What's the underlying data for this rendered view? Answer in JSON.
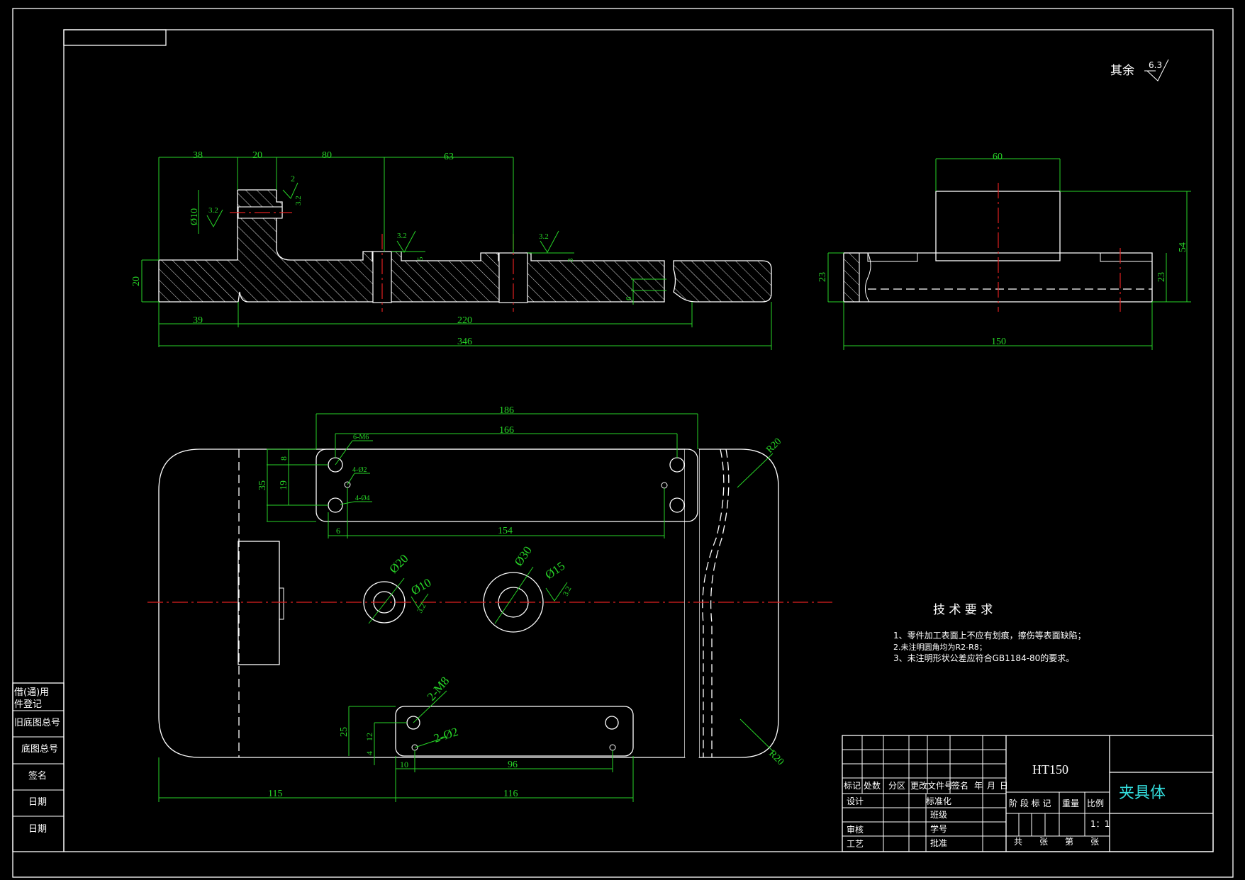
{
  "roughness_note": {
    "label": "其余",
    "value": "6.3"
  },
  "front_view": {
    "dims_top": [
      "38",
      "20",
      "80",
      "63"
    ],
    "dims_bottom": [
      "39",
      "220",
      "346"
    ],
    "dim_height": "20",
    "dim_bore": "Ø10",
    "dim_slot_a": "2",
    "dim_slot_b": "5",
    "dim_slot_c": "3",
    "dim_step": "6",
    "roughness": [
      "3.2",
      "3.2",
      "3.2",
      "3.2"
    ]
  },
  "side_view": {
    "dim_width_top": "60",
    "dim_height": "54",
    "dim_left": "23",
    "dim_right": "23",
    "dim_width_bottom": "150"
  },
  "top_view": {
    "dim_186": "186",
    "dim_166": "166",
    "label_6m6": "6-M6",
    "label_4d2": "4-Ø2",
    "label_4d4": "4-Ø4",
    "dim_8": "8",
    "dim_35": "35",
    "dim_19": "19",
    "dim_6": "6",
    "dim_154": "154",
    "r_top": "R20",
    "r_bottom": "R20",
    "hole_small_outer": "Ø20",
    "hole_small_inner": "Ø10",
    "hole_big_outer": "Ø30",
    "hole_big_inner": "Ø15",
    "rough_small": "3.2",
    "rough_big": "3.2",
    "label_2m8": "2-M8",
    "label_2d2": "2-Ø2",
    "dim_25": "25",
    "dim_12": "12",
    "dim_4": "4",
    "dim_10": "10",
    "dim_96": "96",
    "dim_115": "115",
    "dim_116": "116"
  },
  "tech_req": {
    "title": "技 术 要 求",
    "items": [
      "1、零件加工表面上不应有划痕，擦伤等表面缺陷；",
      "2.未注明圆角均为R2-R8；",
      "3、未注明形状公差应符合GB1184-80的要求。"
    ]
  },
  "side_table": {
    "rows": [
      "借(通)用",
      "件登记",
      "旧底图总号",
      "底图总号",
      "签名",
      "日期",
      "日期"
    ]
  },
  "title_block": {
    "material": "HT150",
    "part_name": "夹具体",
    "header": [
      "标记",
      "处数",
      "分区",
      "更改文件号",
      "签名",
      "年",
      "月",
      "日"
    ],
    "left_roles": [
      "设计",
      "审核",
      "工艺"
    ],
    "mid_roles": [
      "标准化",
      "班级",
      "学号",
      "批准"
    ],
    "stage_label": "阶 段 标 记",
    "weight_label": "重量",
    "scale_label": "比例",
    "scale_value": "1：1",
    "sheets_label": "共　　张　　第　　张"
  },
  "colors": {
    "background": "#000000",
    "outline": "#ffffff",
    "dimension": "#27d427",
    "centerline": "#e02020",
    "title_text": "#33dddd"
  }
}
